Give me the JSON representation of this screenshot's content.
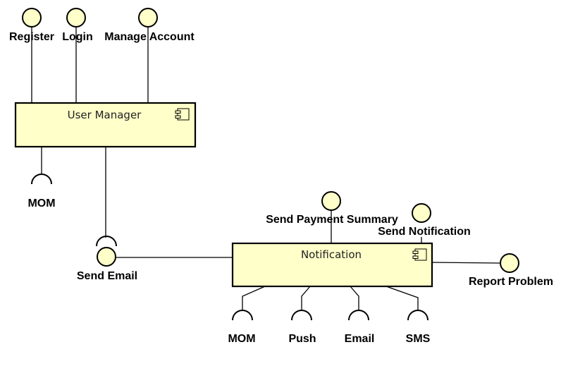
{
  "components": {
    "user_manager": {
      "title": "User Manager"
    },
    "notification": {
      "title": "Notification"
    }
  },
  "provided_interfaces": {
    "register": "Register",
    "login": "Login",
    "manage_account": "Manage Account",
    "send_email": "Send Email",
    "send_payment_summary": "Send Payment Summary",
    "send_notification": "Send Notification",
    "report_problem": "Report Problem"
  },
  "required_interfaces": {
    "user_manager_mom": "MOM",
    "mom": "MOM",
    "push": "Push",
    "email": "Email",
    "sms": "SMS"
  },
  "colors": {
    "fill": "#ffffc9",
    "stroke": "#000000"
  }
}
